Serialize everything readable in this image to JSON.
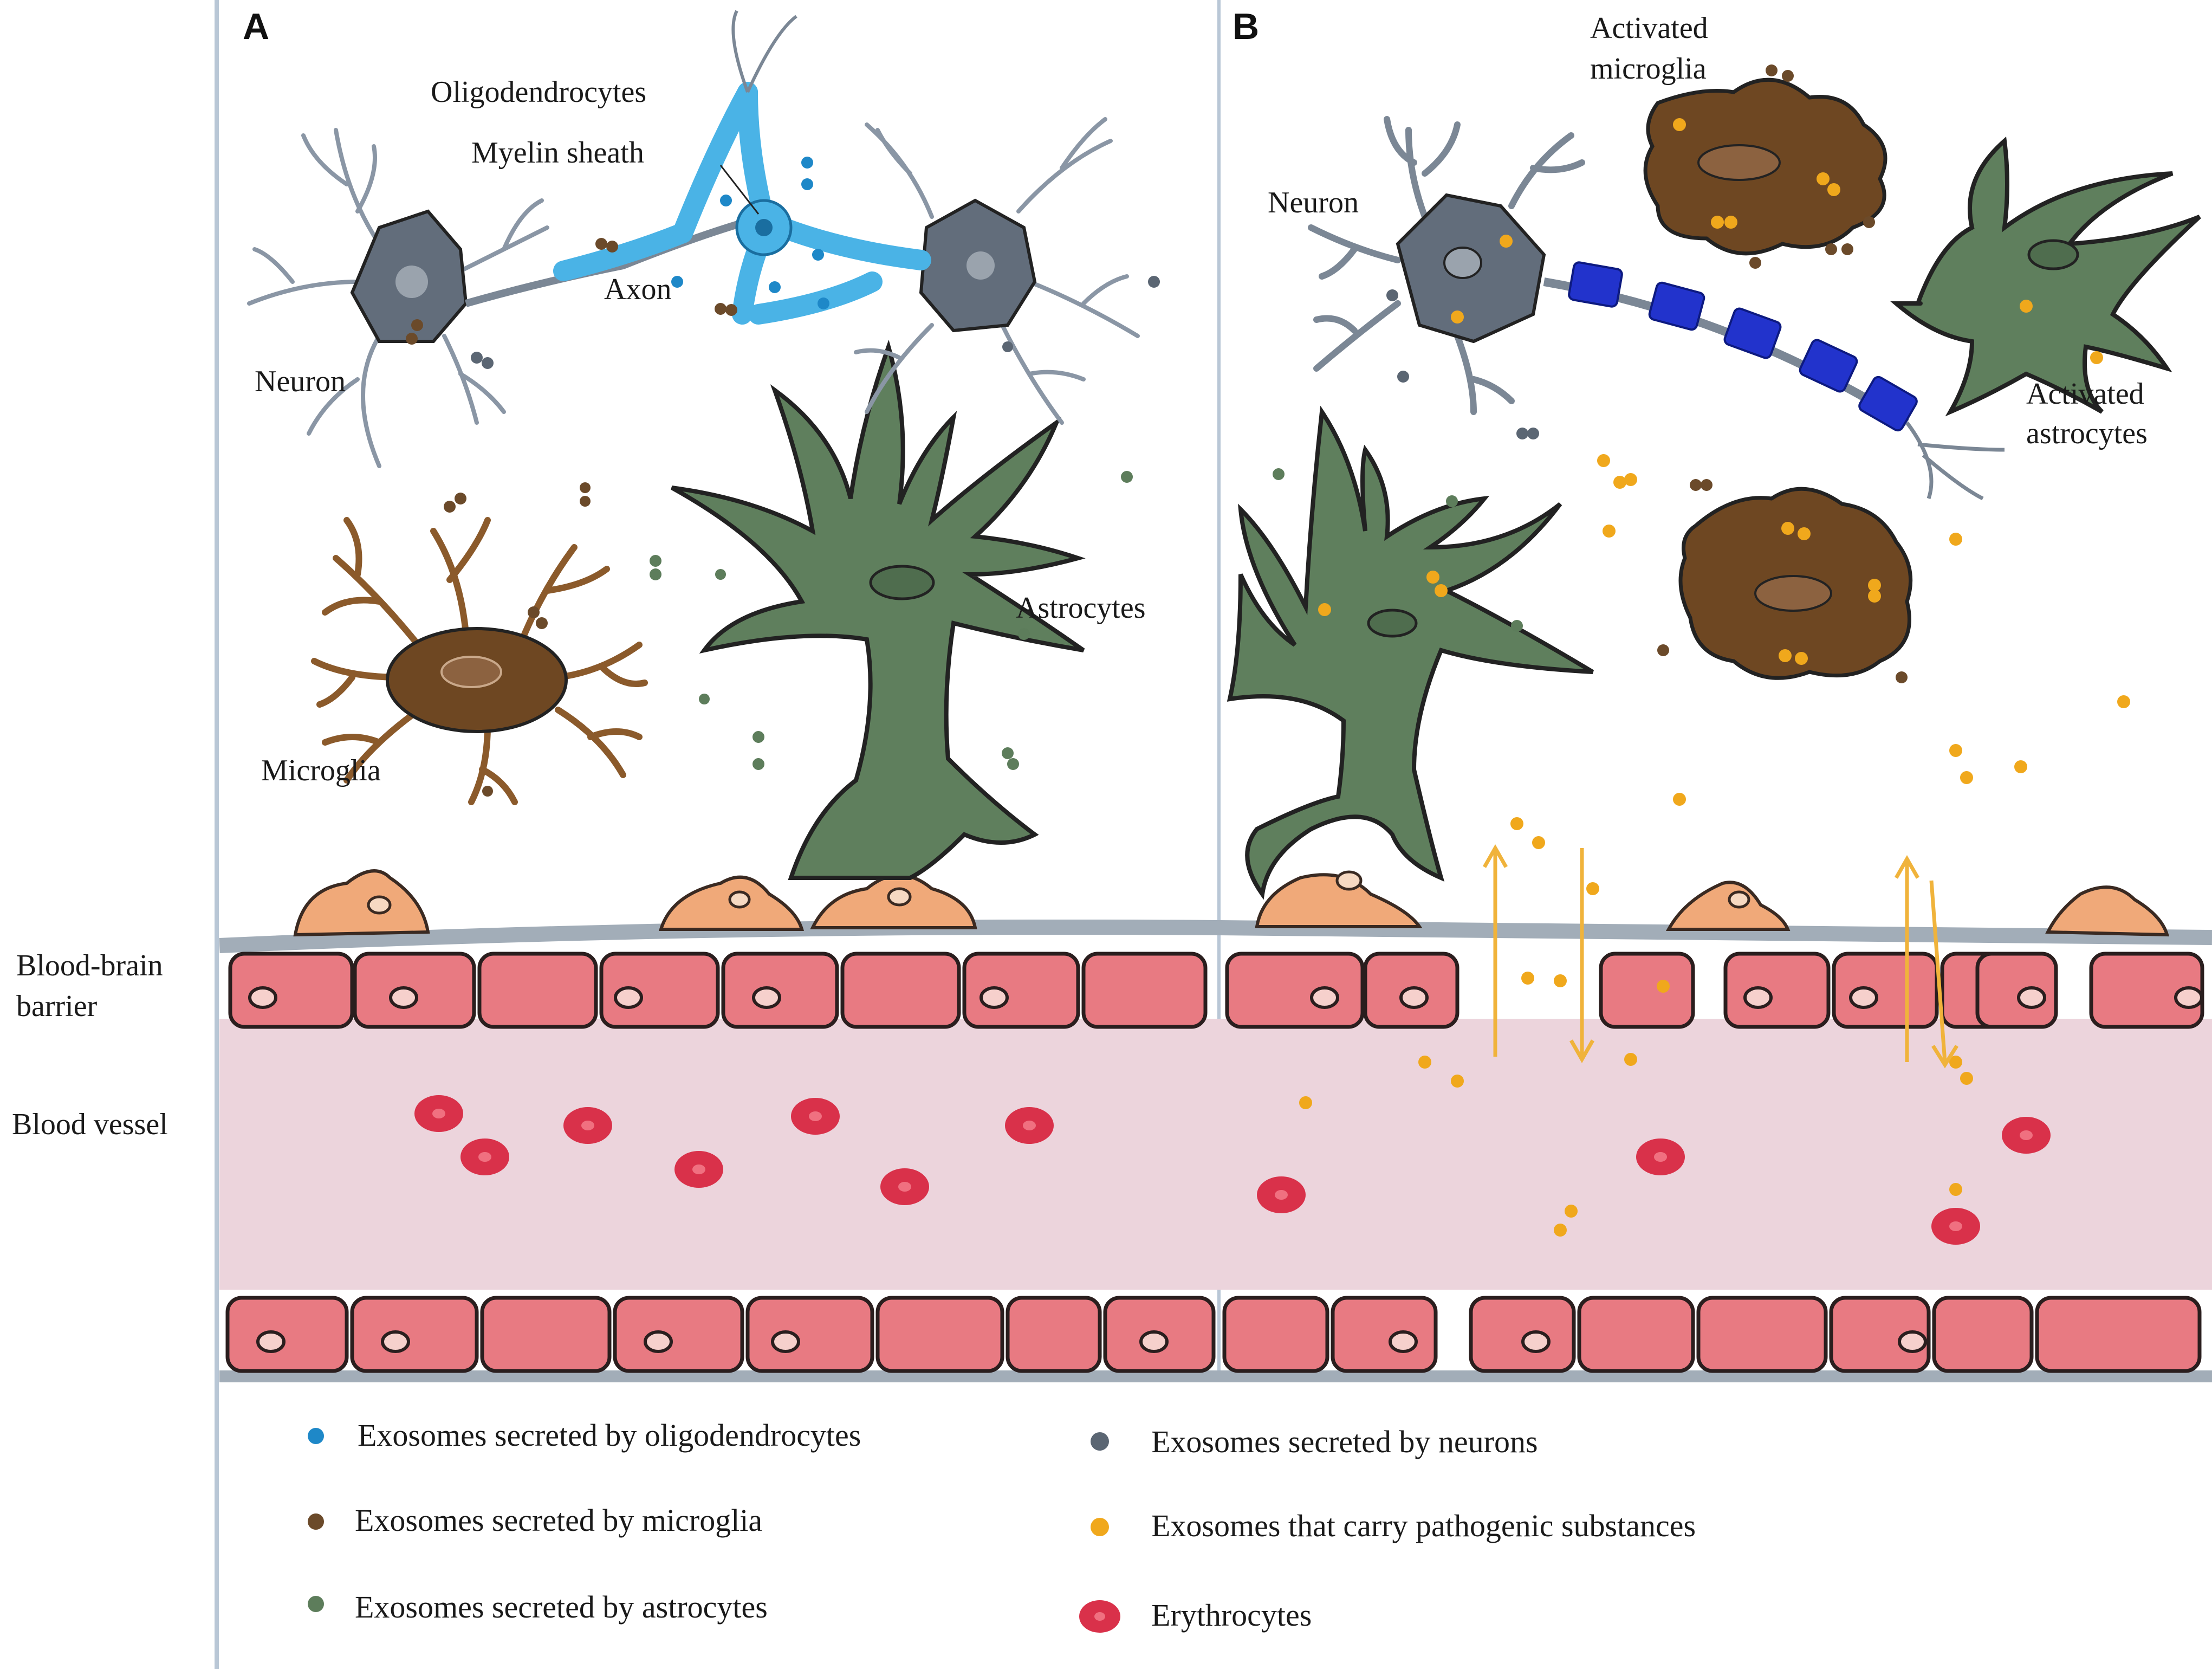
{
  "figure": {
    "panels": {
      "a": "A",
      "b": "B"
    },
    "panel_a": {
      "oligodendrocytes": "Oligodendrocytes",
      "myelin_sheath": "Myelin sheath",
      "axon": "Axon",
      "neuron": "Neuron",
      "astrocytes": "Astrocytes",
      "microglia": "Microglia"
    },
    "panel_b": {
      "neuron": "Neuron",
      "activated_microglia": [
        "Activated",
        "microglia"
      ],
      "activated_astrocytes": [
        "Activated",
        "astrocytes"
      ]
    },
    "side_labels": {
      "bbb": [
        "Blood-brain",
        "barrier"
      ],
      "vessel": "Blood vessel"
    },
    "legend": [
      {
        "text": "Exosomes secreted by oligodendrocytes",
        "color": "#1e88c8",
        "shape": "dot"
      },
      {
        "text": "Exosomes secreted by neurons",
        "color": "#5b6673",
        "shape": "dot"
      },
      {
        "text": "Exosomes secreted by microglia",
        "color": "#6b4a2a",
        "shape": "dot"
      },
      {
        "text": "Exosomes that carry pathogenic substances",
        "color": "#f0a81c",
        "shape": "dot"
      },
      {
        "text": "Exosomes secreted by astrocytes",
        "color": "#5d7d5b",
        "shape": "dot"
      },
      {
        "text": "Erythrocytes",
        "color": "#d9314a",
        "shape": "ellipse"
      }
    ],
    "colors": {
      "endothelium": "#e87a82",
      "vessel_lumen": "#ecd4dc",
      "astrocyte": "#5f7f5d",
      "microglia": "#6e4722",
      "neuron": "#626d7b",
      "oligodendrocyte": "#4ab3e6",
      "myelin_b": "#2233cc",
      "pericyte": "#f0a979",
      "exosome_pathogenic": "#f0a81c"
    }
  }
}
